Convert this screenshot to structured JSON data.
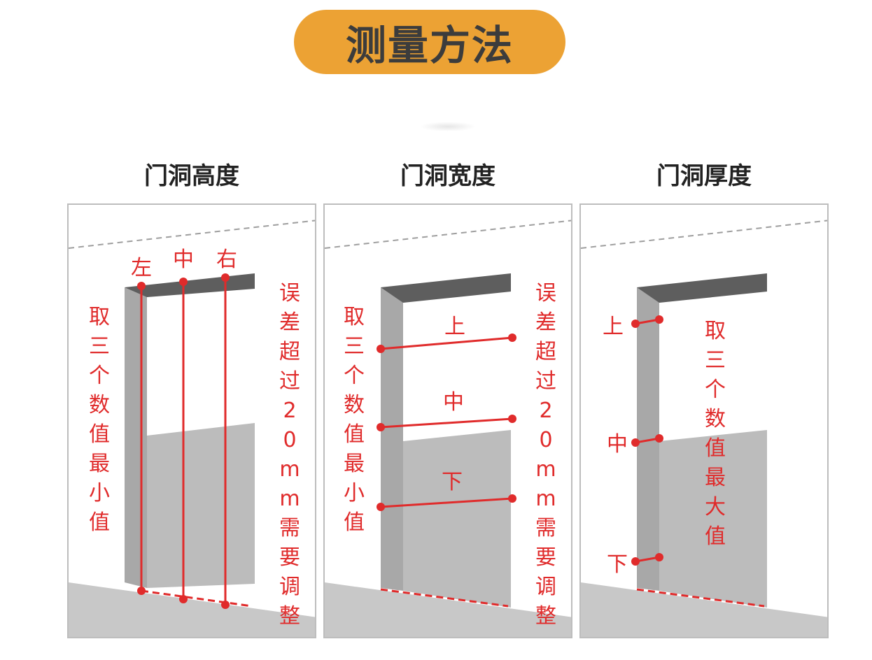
{
  "header": {
    "title": "测量方法"
  },
  "colors": {
    "accent": "#eca234",
    "mark": "#e02b2b",
    "wall_dark": "#5e5e5e",
    "floor": "#c8c8c8"
  },
  "panels": [
    {
      "title": "门洞高度",
      "positions": [
        "左",
        "中",
        "右"
      ],
      "left_note": "取三个数值最小值",
      "right_note": "误差超过20mm需要调整"
    },
    {
      "title": "门洞宽度",
      "positions": [
        "上",
        "中",
        "下"
      ],
      "left_note": "取三个数值最小值",
      "right_note": "误差超过20mm需要调整"
    },
    {
      "title": "门洞厚度",
      "positions": [
        "上",
        "中",
        "下"
      ],
      "right_note": "取三个数值最大值"
    }
  ]
}
